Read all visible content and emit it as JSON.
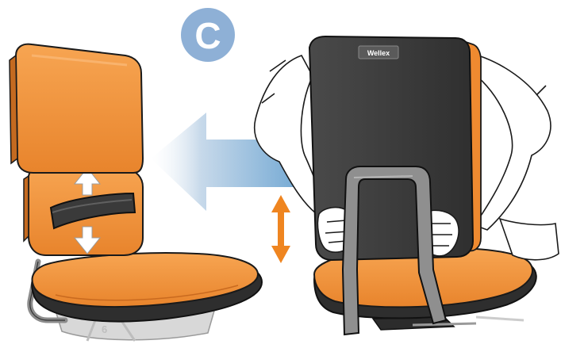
{
  "step_badge": {
    "letter": "C"
  },
  "backrest_label": {
    "text": "Wellex"
  },
  "base_marking": {
    "text": "6"
  },
  "colors": {
    "upholstery": "#f39a45",
    "upholstery_dark": "#e0802a",
    "backrest_shell": "#3f3f3f",
    "outline": "#1a1a1a",
    "arrow_blue": "#7aaed6",
    "badge_blue": "#8eb0d6",
    "height_arrow": "#ef8520",
    "frame_grey": "#8c8c8c"
  },
  "icons": [
    "step-c-badge",
    "direction-arrow-left",
    "height-adjust-arrow",
    "lumbar-up-arrow",
    "lumbar-down-arrow"
  ]
}
